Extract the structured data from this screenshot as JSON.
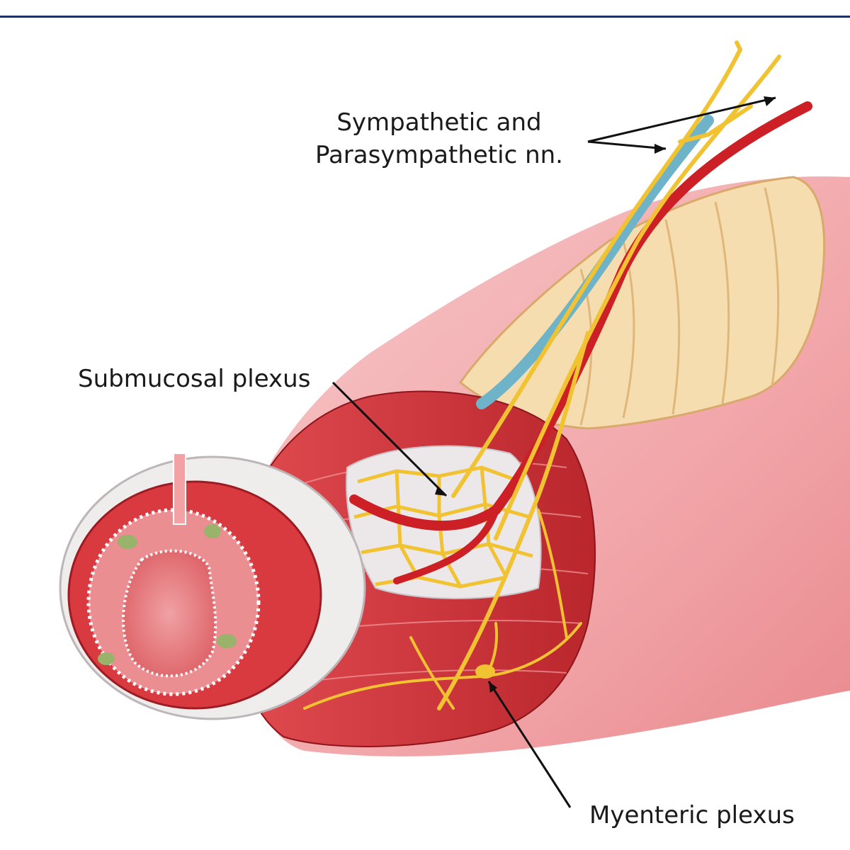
{
  "labels": {
    "sympathetic_line1": "Sympathetic and",
    "sympathetic_line2": "Parasympathetic nn.",
    "submucosal": "Submucosal plexus",
    "myenteric": "Myenteric plexus"
  },
  "colors": {
    "rule": "#1f2f6b",
    "muscle": "#d8363c",
    "muscle_dark": "#a51d24",
    "mucosa": "#e88a8e",
    "submucosa_white": "#f1eeee",
    "outer_pink": "#f4b8ba",
    "nerve": "#f1c232",
    "artery": "#cc1f26",
    "vein": "#6fb3c8",
    "fat": "#f6ddb0"
  }
}
